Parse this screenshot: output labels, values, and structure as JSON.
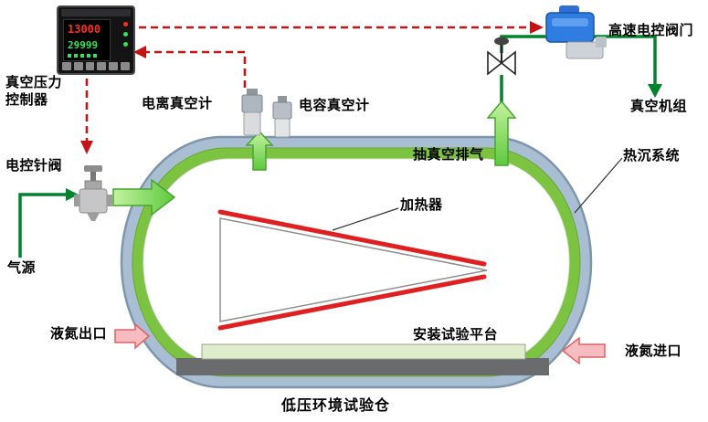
{
  "title": "低压环境试验仓",
  "controller": {
    "pv": "13000",
    "sv": "29999"
  },
  "labels": {
    "vacuum_pressure_controller": "真空压力\n控制器",
    "needle_valve": "电控针阀",
    "gas_source": "气源",
    "ionization_gauge": "电离真空计",
    "capacitance_gauge": "电容真空计",
    "vacuum_exhaust": "抽真空排气",
    "high_speed_valve": "高速电控阀门",
    "vacuum_unit": "真空机组",
    "heat_sink_system": "热沉系统",
    "heater": "加热器",
    "ln2_outlet": "液氮出口",
    "mounting_platform": "安装试验平台",
    "ln2_inlet": "液氮进口"
  },
  "colors": {
    "pipe_green": "#00832d",
    "arrow_green": "#86df52",
    "signal_red": "#c41414",
    "heater_red": "#e02020",
    "shell_blue": "#a9bdd3",
    "heat_sink_green": "#7cc342",
    "ln2_pink": "#f6bcbf"
  }
}
